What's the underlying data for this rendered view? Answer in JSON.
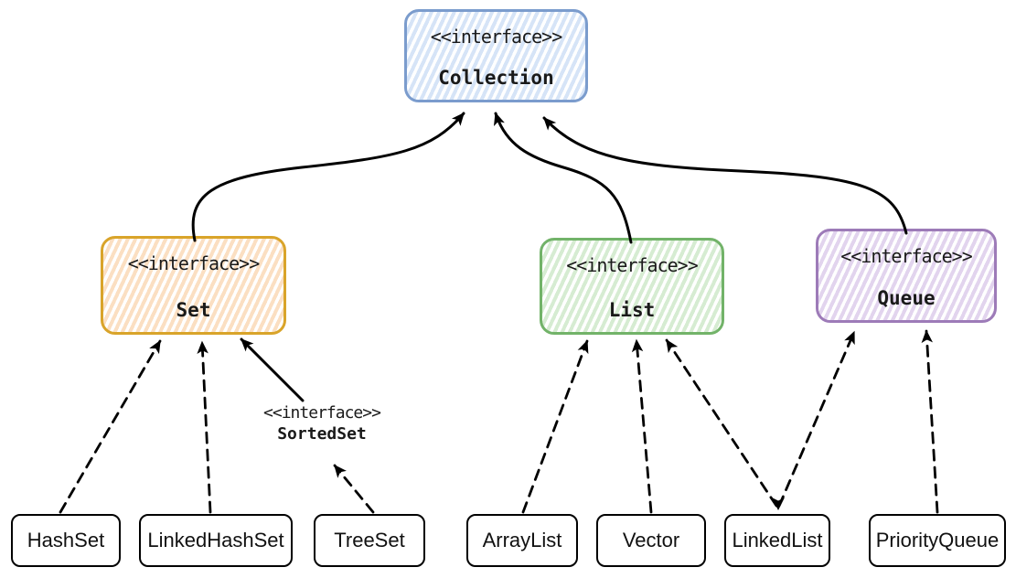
{
  "interfaces": {
    "collection": {
      "stereotype": "<<interface>>",
      "name": "Collection"
    },
    "set": {
      "stereotype": "<<interface>>",
      "name": "Set"
    },
    "list": {
      "stereotype": "<<interface>>",
      "name": "List"
    },
    "queue": {
      "stereotype": "<<interface>>",
      "name": "Queue"
    },
    "sortedset": {
      "stereotype": "<<interface>>",
      "name": "SortedSet"
    }
  },
  "classes": [
    {
      "label": "HashSet"
    },
    {
      "label": "LinkedHashSet"
    },
    {
      "label": "TreeSet"
    },
    {
      "label": "ArrayList"
    },
    {
      "label": "Vector"
    },
    {
      "label": "LinkedList"
    },
    {
      "label": "PriorityQueue"
    }
  ],
  "edges": [
    {
      "from": "Set",
      "to": "Collection",
      "style": "solid"
    },
    {
      "from": "List",
      "to": "Collection",
      "style": "solid"
    },
    {
      "from": "Queue",
      "to": "Collection",
      "style": "solid"
    },
    {
      "from": "SortedSet",
      "to": "Set",
      "style": "solid"
    },
    {
      "from": "HashSet",
      "to": "Set",
      "style": "dashed"
    },
    {
      "from": "LinkedHashSet",
      "to": "Set",
      "style": "dashed"
    },
    {
      "from": "TreeSet",
      "to": "SortedSet",
      "style": "dashed"
    },
    {
      "from": "ArrayList",
      "to": "List",
      "style": "dashed"
    },
    {
      "from": "Vector",
      "to": "List",
      "style": "dashed"
    },
    {
      "from": "LinkedList",
      "to": "List",
      "style": "dashed"
    },
    {
      "from": "LinkedList",
      "to": "Queue",
      "style": "dashed"
    },
    {
      "from": "PriorityQueue",
      "to": "Queue",
      "style": "dashed"
    }
  ],
  "colors": {
    "blue_border": "#7b9ccd",
    "blue_fill": "#d6e4f7",
    "orange_border": "#d9a42a",
    "orange_fill": "#fbdfc2",
    "green_border": "#72b369",
    "green_fill": "#d6ecd2",
    "purple_border": "#9d7bb8",
    "purple_fill": "#e2d4ee",
    "class_border": "#000000",
    "arrow": "#000000",
    "text": "#1a1a1a"
  }
}
